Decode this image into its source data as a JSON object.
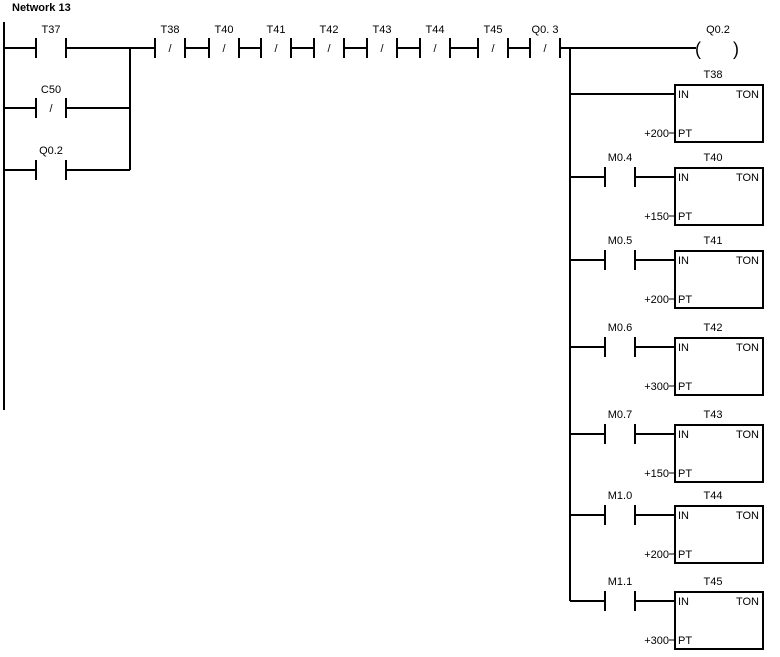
{
  "network": {
    "title": "Network 13"
  },
  "rung_inputs": [
    {
      "label": "T37",
      "type": "NO"
    },
    {
      "label": "C50",
      "type": "NC"
    },
    {
      "label": "Q0.2",
      "type": "NO"
    }
  ],
  "series_contacts": [
    {
      "label": "T38",
      "type": "NC"
    },
    {
      "label": "T40",
      "type": "NC"
    },
    {
      "label": "T41",
      "type": "NC"
    },
    {
      "label": "T42",
      "type": "NC"
    },
    {
      "label": "T43",
      "type": "NC"
    },
    {
      "label": "T44",
      "type": "NC"
    },
    {
      "label": "T45",
      "type": "NC"
    },
    {
      "label": "Q0. 3",
      "type": "NC"
    }
  ],
  "nc_slash": "/",
  "coil": {
    "label": "Q0.2",
    "left": "(",
    "right": ")"
  },
  "timer_type": "TON",
  "pin_in": "IN",
  "pin_pt": "PT",
  "timers": [
    {
      "name": "T38",
      "contact": "",
      "preset": "+200"
    },
    {
      "name": "T40",
      "contact": "M0.4",
      "preset": "+150"
    },
    {
      "name": "T41",
      "contact": "M0.5",
      "preset": "+200"
    },
    {
      "name": "T42",
      "contact": "M0.6",
      "preset": "+300"
    },
    {
      "name": "T43",
      "contact": "M0.7",
      "preset": "+150"
    },
    {
      "name": "T44",
      "contact": "M1.0",
      "preset": "+200"
    },
    {
      "name": "T45",
      "contact": "M1.1",
      "preset": "+300"
    }
  ]
}
